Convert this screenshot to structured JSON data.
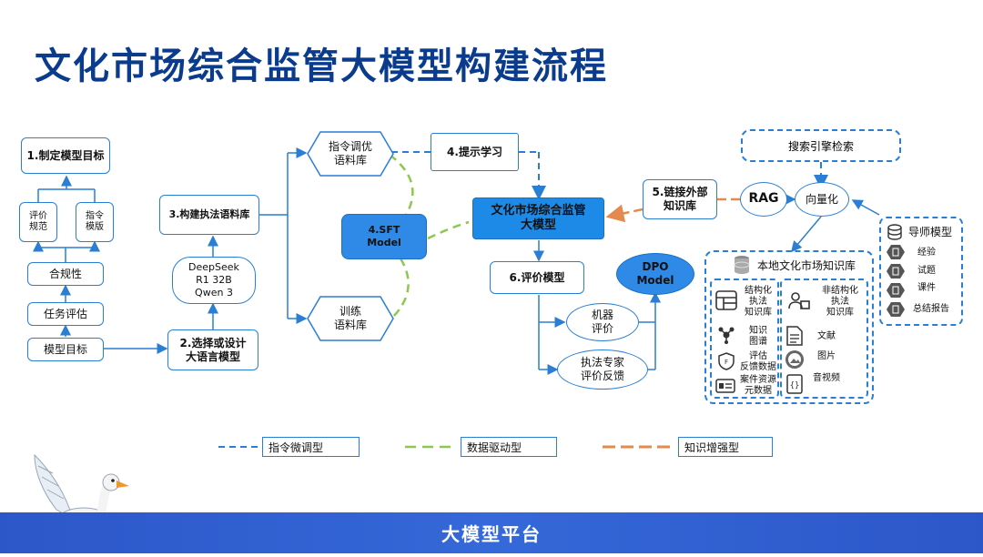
{
  "title": "文化市场综合监管大模型构建流程",
  "footer": {
    "label": "大模型平台"
  },
  "left": {
    "goal": "1.制定模型目标",
    "eval_standard": "评价\n规范",
    "guide_template": "指令\n模版",
    "compliance": "合规性",
    "task_eval": "任务评估",
    "model_goal": "模型目标"
  },
  "corpus": {
    "build": "3.构建执法语料库",
    "llm_candidates": "DeepSeek\nR1 32B\nQwen 3",
    "select": "2.选择或设计\n大语言模型"
  },
  "hexes": {
    "instruct": "指令调优\n语料库",
    "train": "训练\n语料库"
  },
  "sft": "4.SFT\nModel",
  "prompt_learning": "4.提示学习",
  "core_model": "文化市场综合监管\n大模型",
  "link_external": "5.链接外部\n知识库",
  "eval_model": "6.评价模型",
  "dpo": "DPO\nModel",
  "machine_eval": "机器\n评价",
  "expert_eval": "执法专家\n评价反馈",
  "search": "搜索引擎检索",
  "rag": "RAG",
  "vectorize": "向量化",
  "kb": {
    "title": "本地文化市场知识库",
    "structured": "结构化\n执法\n知识库",
    "unstructured": "非结构化\n执法\n知识库",
    "graph": "知识\n图谱",
    "feedback": "评估\n反馈数据",
    "case_meta": "案件资源\n元数据",
    "documents": "文献",
    "images": "图片",
    "av": "音视频"
  },
  "mentor": {
    "title": "导师模型",
    "items": [
      "经验",
      "试题",
      "课件",
      "总结报告"
    ]
  },
  "legend": {
    "instruction": "指令微调型",
    "data": "数据驱动型",
    "knowledge": "知识增强型"
  },
  "colors": {
    "primary_blue": "#2a7fd4",
    "title_blue": "#0b3b8c",
    "green_dash": "#8cc850",
    "orange": "#e58a4e",
    "sft_fill": "#2e8ae6",
    "core_fill": "#1d8ae8"
  }
}
